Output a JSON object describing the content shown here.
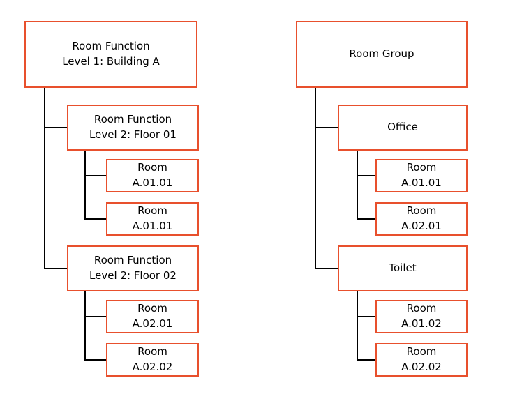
{
  "colors": {
    "box_border": "#E8502D",
    "connector": "#000000"
  },
  "left_tree": {
    "root": {
      "line1": "Room Function",
      "line2": "Level 1: Building A"
    },
    "children": [
      {
        "label": {
          "line1": "Room Function",
          "line2": "Level 2: Floor 01"
        },
        "rooms": [
          {
            "line1": "Room",
            "line2": "A.01.01"
          },
          {
            "line1": "Room",
            "line2": "A.01.01"
          }
        ]
      },
      {
        "label": {
          "line1": "Room Function",
          "line2": "Level 2: Floor 02"
        },
        "rooms": [
          {
            "line1": "Room",
            "line2": "A.02.01"
          },
          {
            "line1": "Room",
            "line2": "A.02.02"
          }
        ]
      }
    ]
  },
  "right_tree": {
    "root": {
      "line1": "Room Group"
    },
    "children": [
      {
        "label": {
          "line1": "Office"
        },
        "rooms": [
          {
            "line1": "Room",
            "line2": "A.01.01"
          },
          {
            "line1": "Room",
            "line2": "A.02.01"
          }
        ]
      },
      {
        "label": {
          "line1": "Toilet"
        },
        "rooms": [
          {
            "line1": "Room",
            "line2": "A.01.02"
          },
          {
            "line1": "Room",
            "line2": "A.02.02"
          }
        ]
      }
    ]
  }
}
